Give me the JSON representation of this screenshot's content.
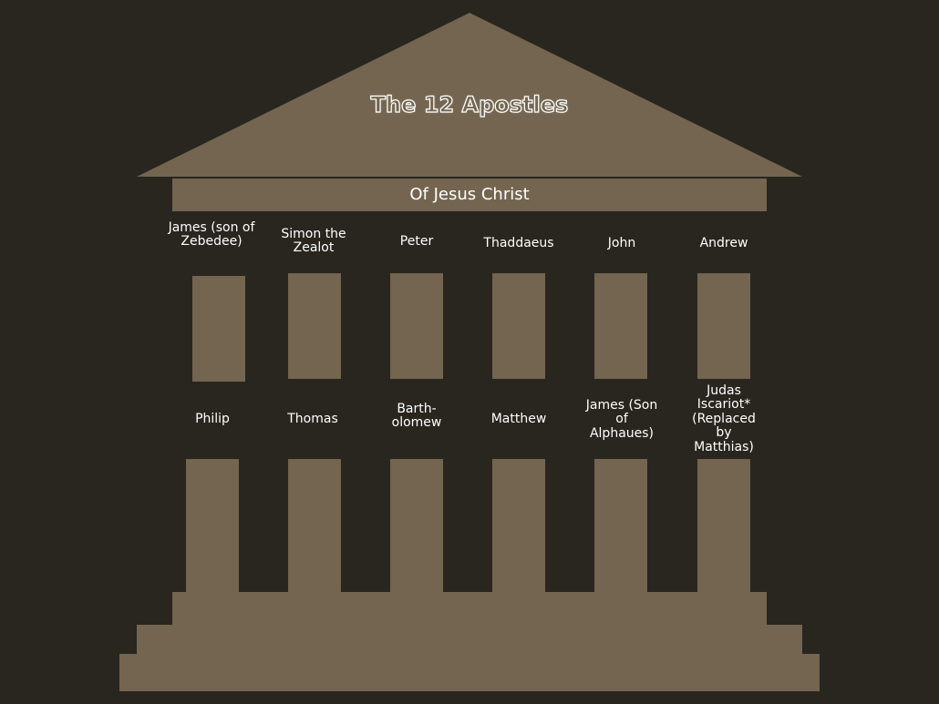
{
  "title": "The 12 Apostles",
  "subtitle": "Of Jesus Christ",
  "upper_row": [
    "James (son of Zebedee)",
    "Simon the Zealot",
    "Peter",
    "Thaddaeus",
    "John",
    "Andrew"
  ],
  "lower_row": [
    "Philip",
    "Thomas",
    "Barth-olomew",
    "Matthew",
    "James (Son of Alphaues)",
    "Judas Iscariot* (Replaced by Matthias)"
  ],
  "colors": {
    "background": "#28261f",
    "stone": "#73654f",
    "text": "#ffffff"
  }
}
